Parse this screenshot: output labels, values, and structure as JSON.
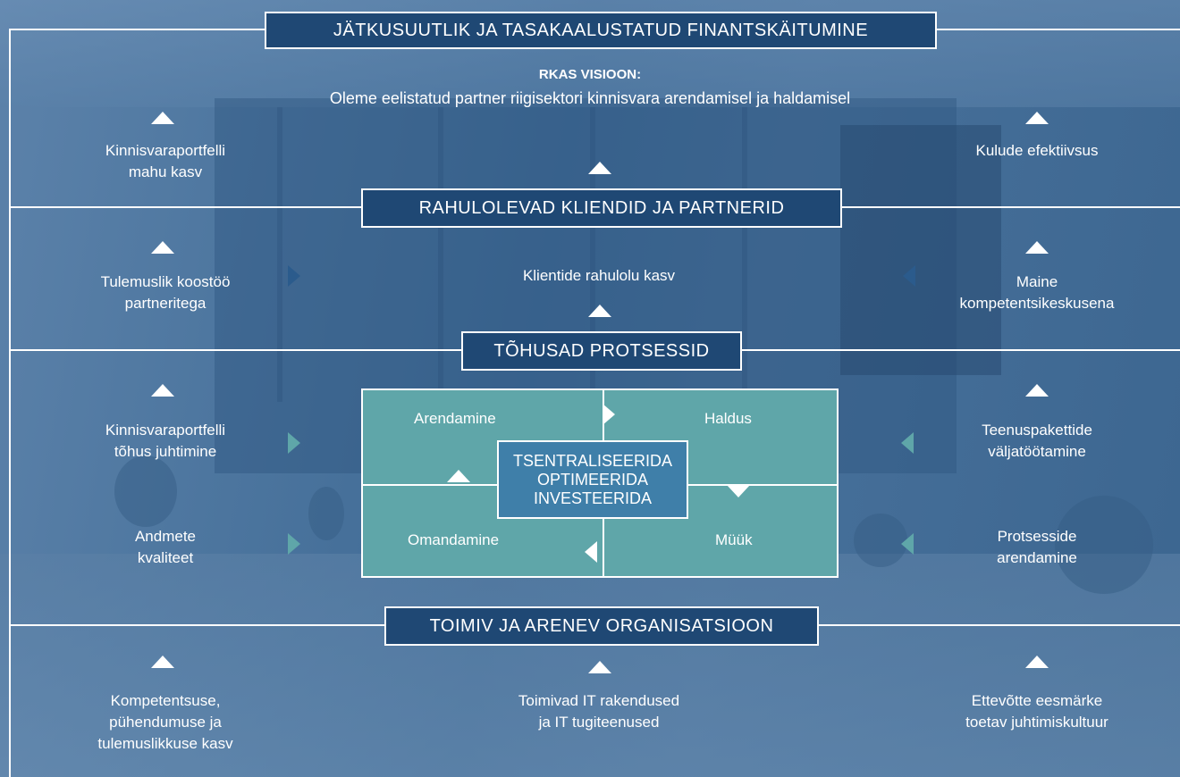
{
  "sections": {
    "finance": "JÄTKUSUUTLIK JA TASAKAALUSTATUD FINANTSKÄITUMINE",
    "clients": "RAHULOLEVAD KLIENDID JA PARTNERID",
    "processes": "TÕHUSAD PROTSESSID",
    "organisation": "TOIMIV JA ARENEV ORGANISATSIOON"
  },
  "vision": {
    "heading": "RKAS VISIOON:",
    "text": "Oleme eelistatud partner riigisektori kinnisvara arendamisel ja haldamisel"
  },
  "finance_goals": {
    "left_line1": "Kinnisvaraportfelli",
    "left_line2": "mahu kasv",
    "right": "Kulude efektiivsus"
  },
  "client_goals": {
    "left_line1": "Tulemuslik koostöö",
    "left_line2": "partneritega",
    "center": "Klientide rahulolu kasv",
    "right_line1": "Maine",
    "right_line2": "kompetentsikeskusena"
  },
  "process_goals": {
    "left1_line1": "Kinnisvaraportfelli",
    "left1_line2": "tõhus juhtimine",
    "left2_line1": "Andmete",
    "left2_line2": "kvaliteet",
    "right1_line1": "Teenuspakettide",
    "right1_line2": "väljatöötamine",
    "right2_line1": "Protsesside",
    "right2_line2": "arendamine"
  },
  "process_cycle": {
    "top_left": "Arendamine",
    "top_right": "Haldus",
    "bottom_left": "Omandamine",
    "bottom_right": "Müük",
    "center_line1": "TSENTRALISEERIDA",
    "center_line2": "OPTIMEERIDA",
    "center_line3": "INVESTEERIDA"
  },
  "org_goals": {
    "left_line1": "Kompetentsuse,",
    "left_line2": "pühendumuse ja",
    "left_line3": "tulemuslikkuse kasv",
    "center_line1": "Toimivad IT rakendused",
    "center_line2": "ja IT tugiteenused",
    "right_line1": "Ettevõtte eesmärke",
    "right_line2": "toetav juhtimiskultuur"
  },
  "colors": {
    "background": "#3f6a95",
    "title_box": "#1f4874",
    "process_teal": "#5fa6a9",
    "center_box": "#3f7fa9",
    "line": "#ffffff"
  }
}
